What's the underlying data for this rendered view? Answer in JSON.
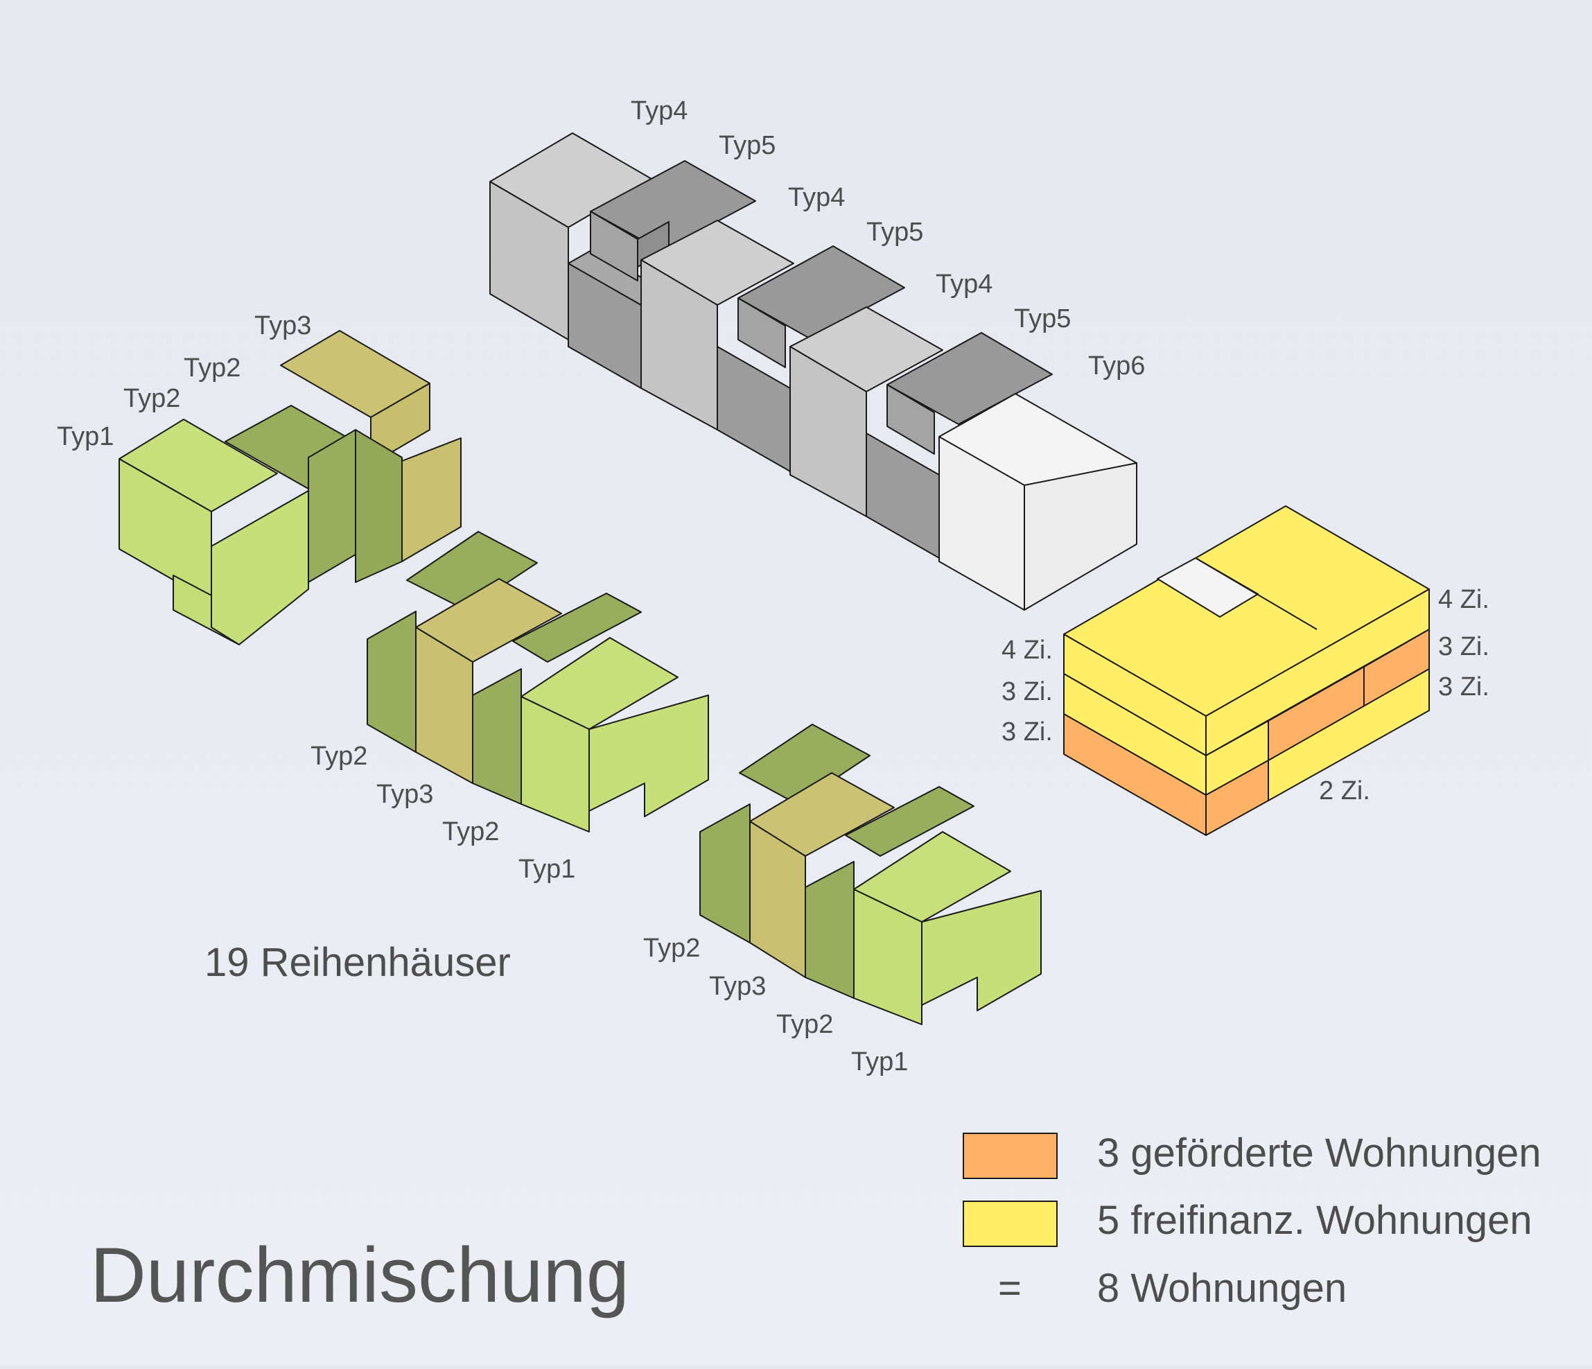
{
  "rowhouse_caption": "19 Reihenhäuser",
  "title": "Durchmischung",
  "block_top_labels": [
    "Typ4",
    "Typ5",
    "Typ4",
    "Typ5",
    "Typ4",
    "Typ5",
    "Typ6"
  ],
  "cluster1_labels": [
    "Typ3",
    "Typ2",
    "Typ2",
    "Typ1"
  ],
  "cluster2_labels": [
    "Typ2",
    "Typ3",
    "Typ2",
    "Typ1"
  ],
  "cluster3_labels": [
    "Typ2",
    "Typ3",
    "Typ2",
    "Typ1"
  ],
  "apartment_labels_left": [
    "4 Zi.",
    "3 Zi.",
    "3 Zi."
  ],
  "apartment_labels_right": [
    "4 Zi.",
    "3 Zi.",
    "3 Zi."
  ],
  "apartment_label_front": "2 Zi.",
  "legend": [
    {
      "label": "3 geförderte Wohnungen",
      "color": "#ffb266"
    },
    {
      "label": "5 freifinanz. Wohnungen",
      "color": "#ffee66"
    },
    {
      "symbol": "=",
      "label": "8 Wohnungen"
    }
  ],
  "colors": {
    "green_light": "#c6e07a",
    "green_dark": "#97ad5a",
    "olive": "#c9c070",
    "grey_light": "#c8c8c8",
    "grey_mid": "#a8a8a8",
    "grey_dark": "#999999",
    "white_block": "#f0f0f0",
    "yellow": "#ffee66",
    "orange": "#ffb266"
  }
}
